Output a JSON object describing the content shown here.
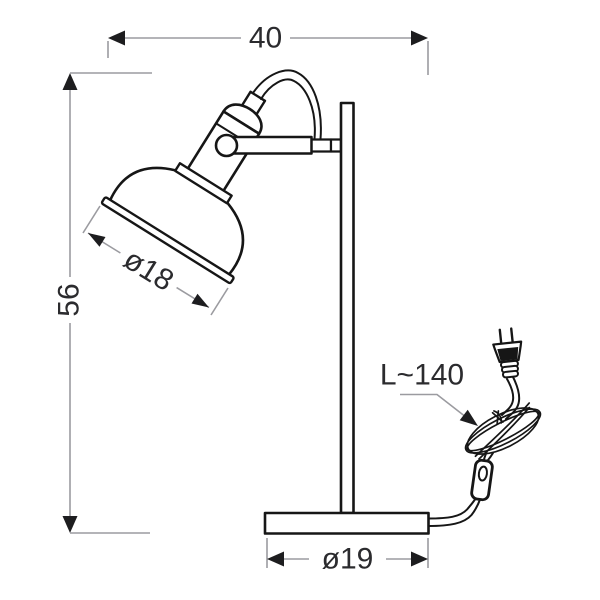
{
  "drawing": {
    "type": "technical-dimension-drawing",
    "subject": "desk table lamp with bell shade, pole stand, base, cord with inline switch and plug",
    "dimensions": {
      "total_width": "40",
      "total_height": "56",
      "shade_diameter": "ø18",
      "base_diameter": "ø19",
      "cable_length": "L~140"
    },
    "colors": {
      "outline": "#161616",
      "dimension_line": "#9b9ba0",
      "arrow": "#1d1d1f",
      "text": "#2b2b2e",
      "background": "#ffffff",
      "plug_face": "#161616"
    }
  }
}
